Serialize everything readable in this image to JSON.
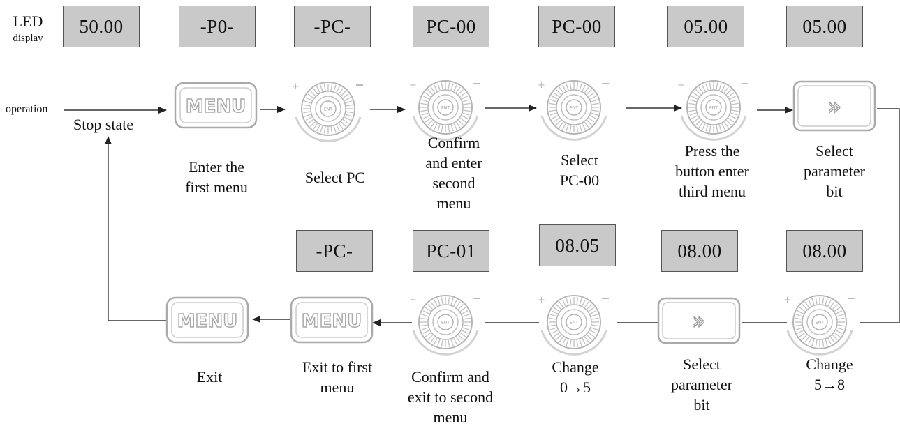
{
  "row_labels": {
    "led_line1": "LED",
    "led_line2": "display",
    "operation": "operation",
    "stop_state": "Stop state"
  },
  "top_row": {
    "displays": [
      "50.00",
      "-P0-",
      "-PC-",
      "PC-00",
      "PC-00",
      "05.00",
      "05.00"
    ],
    "controls": [
      {
        "type": "menu-button",
        "text": "MENU"
      },
      {
        "type": "knob",
        "text": "ENT"
      },
      {
        "type": "knob",
        "text": "ENT"
      },
      {
        "type": "knob",
        "text": "ENT"
      },
      {
        "type": "knob",
        "text": "ENT"
      },
      {
        "type": "shift-button",
        "text": "»"
      }
    ],
    "captions": [
      "Enter the\nfirst menu",
      "Select PC",
      "Confirm\nand enter\nsecond\nmenu",
      "Select\nPC-00",
      "Press the\nbutton enter\nthird menu",
      "Select\nparameter\nbit"
    ]
  },
  "bottom_row": {
    "displays": [
      "-PC-",
      "PC-01",
      "08.05",
      "08.00",
      "08.00"
    ],
    "controls": [
      {
        "type": "menu-button",
        "text": "MENU"
      },
      {
        "type": "menu-button",
        "text": "MENU"
      },
      {
        "type": "knob",
        "text": "ENT"
      },
      {
        "type": "knob",
        "text": "ENT"
      },
      {
        "type": "shift-button",
        "text": "»"
      },
      {
        "type": "knob",
        "text": "ENT"
      }
    ],
    "captions": [
      "Exit",
      "Exit to first\nmenu",
      "Confirm and\nexit to second\nmenu",
      "Change\n0→5",
      "Select\nparameter\nbit",
      "Change\n5→8"
    ]
  },
  "colors": {
    "led_fill": "#c9c9c9",
    "control_grey": "#b5b5b5",
    "line": "#333333"
  }
}
